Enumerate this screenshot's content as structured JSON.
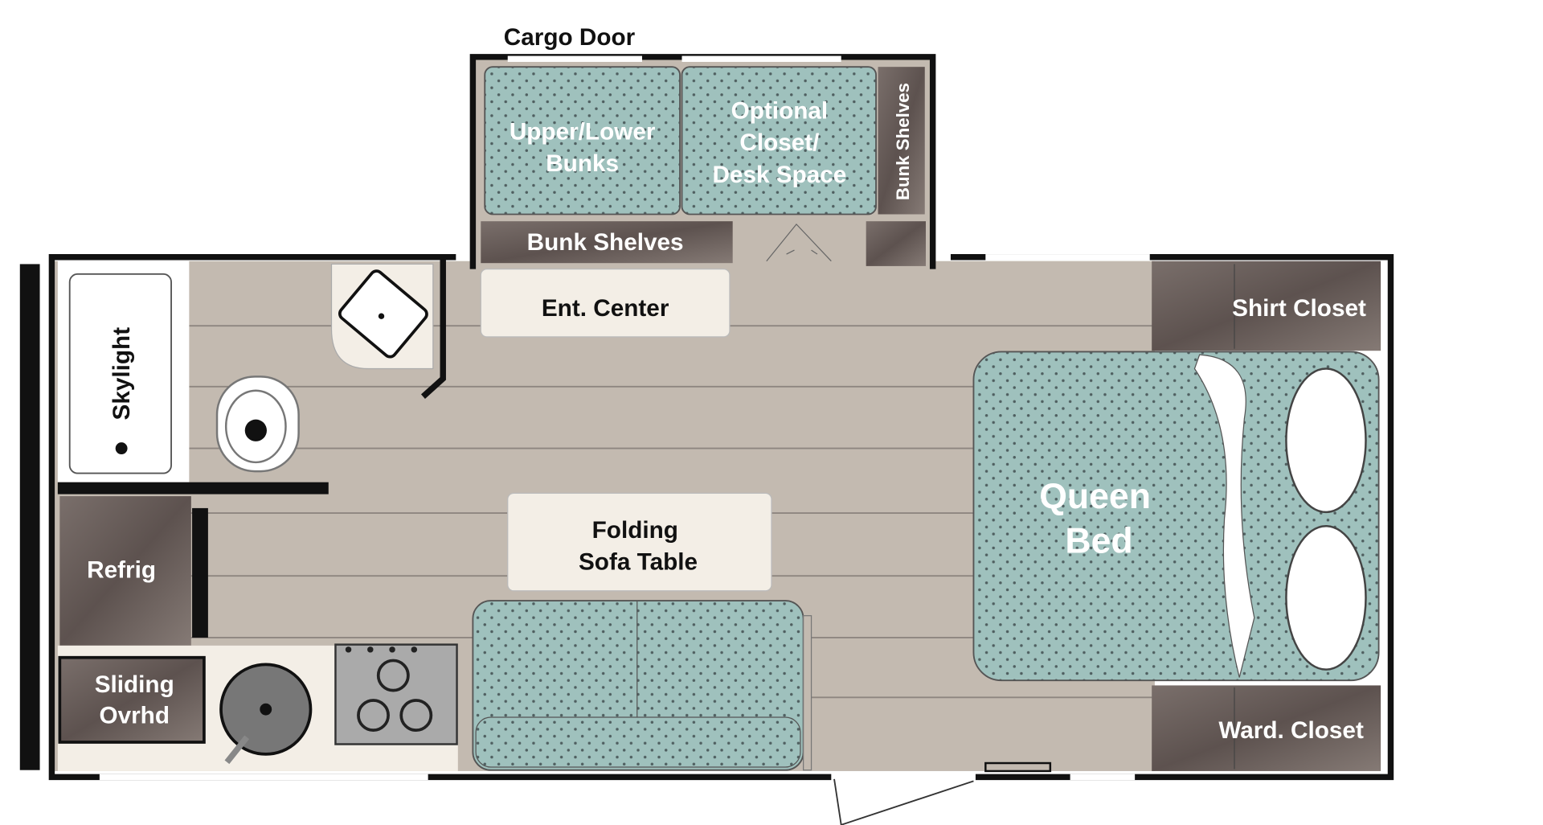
{
  "labels": {
    "cargo_door": "Cargo Door",
    "bunks": [
      "Upper/Lower",
      "Bunks"
    ],
    "optional": [
      "Optional",
      "Closet/",
      "Desk Space"
    ],
    "bunk_shelves_vertical": "Bunk Shelves",
    "bunk_shelves": "Bunk Shelves",
    "ent_center": "Ent. Center",
    "skylight": "Skylight",
    "shirt_closet": "Shirt Closet",
    "queen_bed": [
      "Queen",
      "Bed"
    ],
    "folding_table": [
      "Folding",
      "Sofa Table"
    ],
    "refrig": "Refrig",
    "sliding_ovrhd": [
      "Sliding",
      "Ovrhd"
    ],
    "ward_closet": "Ward. Closet"
  },
  "colors": {
    "floor": "#c3bab0",
    "upholstery": "#9fc1bd",
    "cabinet": "#6e625e",
    "counter": "#f3eee6",
    "wall": "#111111"
  }
}
